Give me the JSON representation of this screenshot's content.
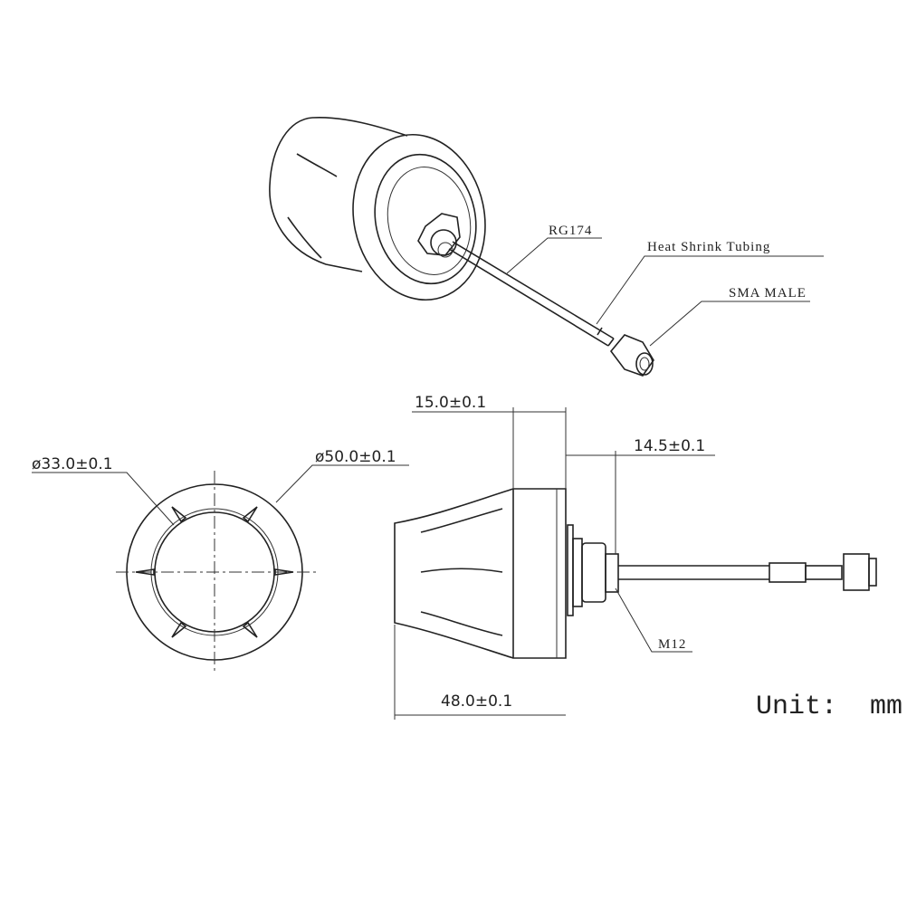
{
  "callouts": {
    "cable": "RG174",
    "tubing": "Heat Shrink Tubing",
    "connector": "SMA MALE",
    "thread": "M12"
  },
  "dimensions": {
    "inner_diameter": "ø33.0±0.1",
    "outer_diameter": "ø50.0±0.1",
    "base_length": "15.0±0.1",
    "thread_length": "14.5±0.1",
    "overall_length": "48.0±0.1"
  },
  "unit_label": "Unit:  mm"
}
